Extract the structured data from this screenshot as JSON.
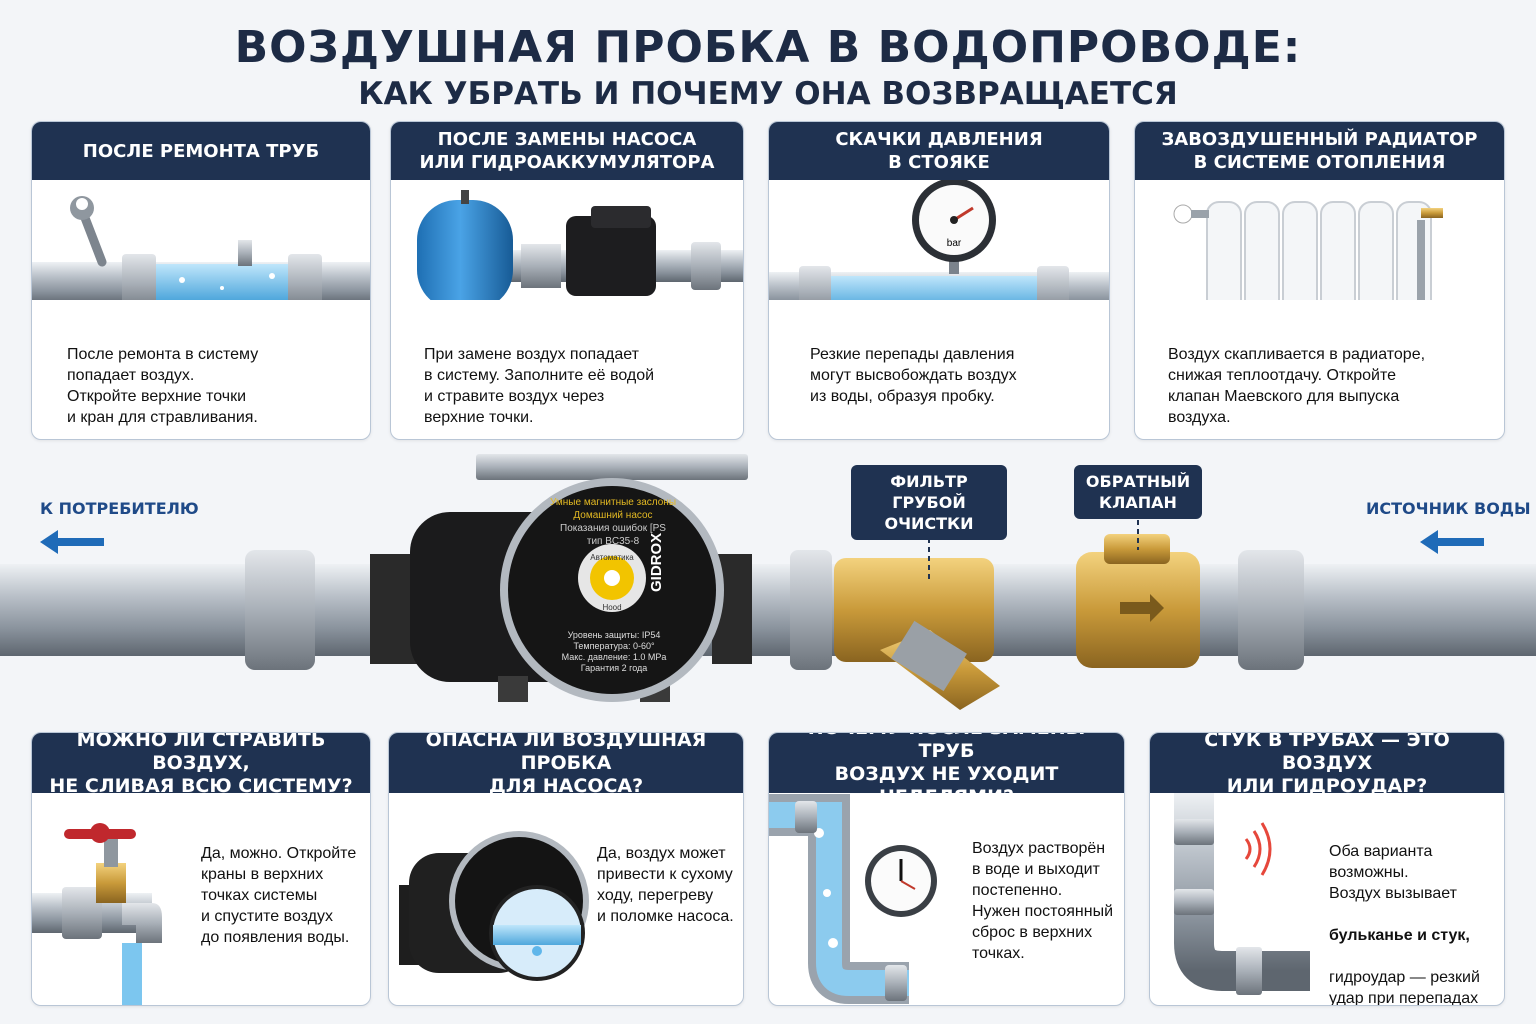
{
  "title": "ВОЗДУШНАЯ ПРОБКА В ВОДОПРОВОДЕ:",
  "subtitle": "КАК УБРАТЬ И ПОЧЕМУ ОНА ВОЗВРАЩАЕТСЯ",
  "top_cards": [
    {
      "title": "ПОСЛЕ РЕМОНТА ТРУБ",
      "text": "После ремонта в систему\nпопадает воздух.\nОткройте верхние точки\nи кран для стравливания."
    },
    {
      "title": "ПОСЛЕ ЗАМЕНЫ НАСОСА\nИЛИ ГИДРОАККУМУЛЯТОРА",
      "text": "При замене воздух попадает\nв систему. Заполните её водой\nи стравите воздух через\nверхние точки."
    },
    {
      "title": "СКАЧКИ ДАВЛЕНИЯ\nВ СТОЯКЕ",
      "text": "Резкие перепады давления\nмогут высвобождать воздух\nиз воды, образуя пробку.",
      "gauge_unit": "bar"
    },
    {
      "title": "ЗАВОЗДУШЕННЫЙ РАДИАТОР\nВ СИСТЕМЕ ОТОПЛЕНИЯ",
      "text": "Воздух скапливается в радиаторе,\nснижая теплоотдачу. Откройте\nклапан Маевского для выпуска\nвоздуха."
    }
  ],
  "pipeline": {
    "left_label": "К ПОТРЕБИТЕЛЮ",
    "right_label": "ИСТОЧНИК ВОДЫ",
    "filter_label": "ФИЛЬТР\nГРУБОЙ ОЧИСТКИ",
    "valve_label": "ОБРАТНЫЙ\nКЛАПАН",
    "pump": {
      "brand": "GIDROX",
      "line1": "Умные магнитные заслоны",
      "line2": "Домашний насос",
      "line3": "Показания ошибок [PS",
      "line4": "тип BC35-8",
      "dial_top": "Автоматика",
      "dial_bottom": "Hood",
      "spec1": "Уровень защиты: IP54",
      "spec2": "Температура: 0-60°",
      "spec3": "Макс. давление: 1.0 MPa",
      "spec4": "Гарантия 2 года"
    }
  },
  "bottom_cards": [
    {
      "title": "МОЖНО ЛИ СТРАВИТЬ ВОЗДУХ,\nНЕ СЛИВАЯ ВСЮ СИСТЕМУ?",
      "text": "Да, можно. Откройте\nкраны в верхних\nточках системы\nи спустите воздух\nдо появления воды."
    },
    {
      "title": "ОПАСНА ЛИ ВОЗДУШНАЯ ПРОБКА\nДЛЯ НАСОСА?",
      "text": "Да, воздух может\nпривести к сухому\nходу, перегреву\nи поломке насоса."
    },
    {
      "title": "ПОЧЕМУ ПОСЛЕ ЗАМЕНЫ ТРУБ\nВОЗДУХ НЕ УХОДИТ НЕДЕЛЯМИ?",
      "text": "Воздух растворён\nв воде и выходит\nпостепенно.\nНужен постоянный\nсброс в верхних\nточках."
    },
    {
      "title": "СТУК В ТРУБАХ — ЭТО ВОЗДУХ\nИЛИ ГИДРОУДАР?",
      "text_1": "Оба варианта\nвозможны.\nВоздух вызывает",
      "text_bold": "бульканье и стук,",
      "text_2": "гидроудар — резкий\nудар при перепадах\nдавления."
    }
  ],
  "colors": {
    "navy": "#1f3251",
    "water": "#7cc6ef",
    "brass": "#c99a3a",
    "steel": "#9aa3ad",
    "accent_blue": "#1f4a88"
  }
}
